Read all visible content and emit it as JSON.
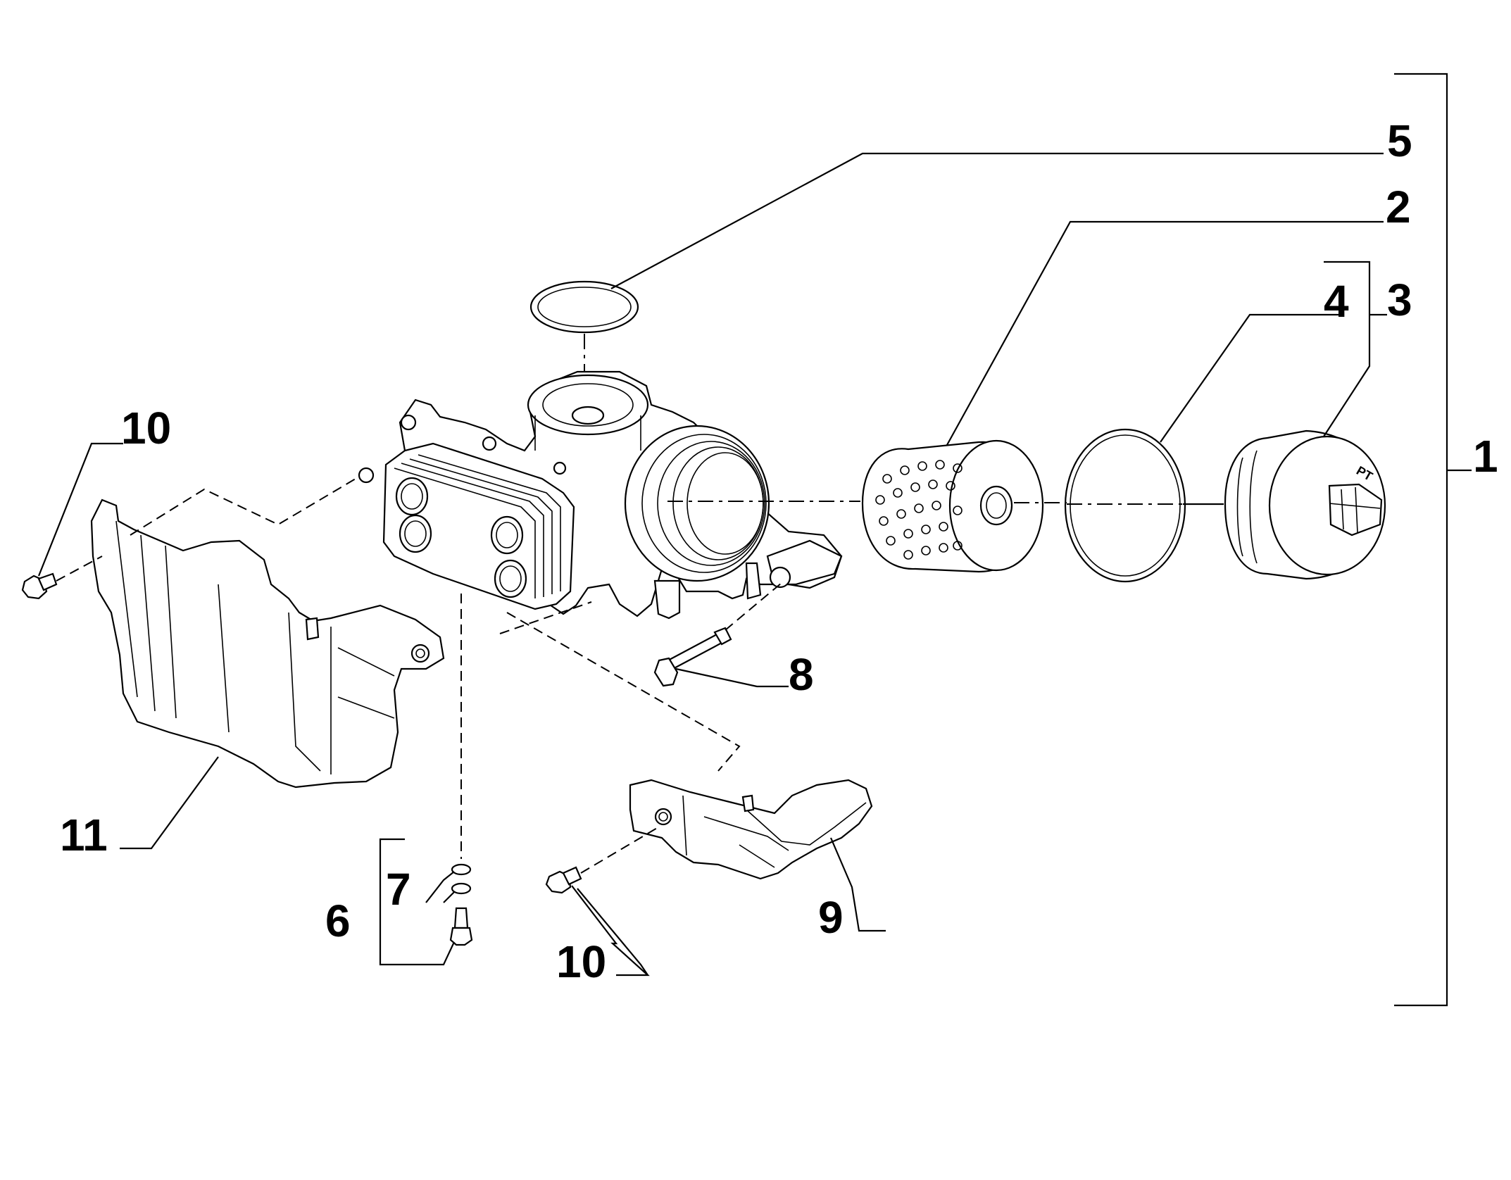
{
  "callouts": {
    "c1": "1",
    "c2": "2",
    "c3": "3",
    "c4": "4",
    "c5": "5",
    "c6": "6",
    "c7": "7",
    "c8": "8",
    "c9": "9",
    "c10_top": "10",
    "c10_bottom": "10",
    "c11": "11"
  },
  "parts": {
    "filter_head_logo": "PT"
  }
}
